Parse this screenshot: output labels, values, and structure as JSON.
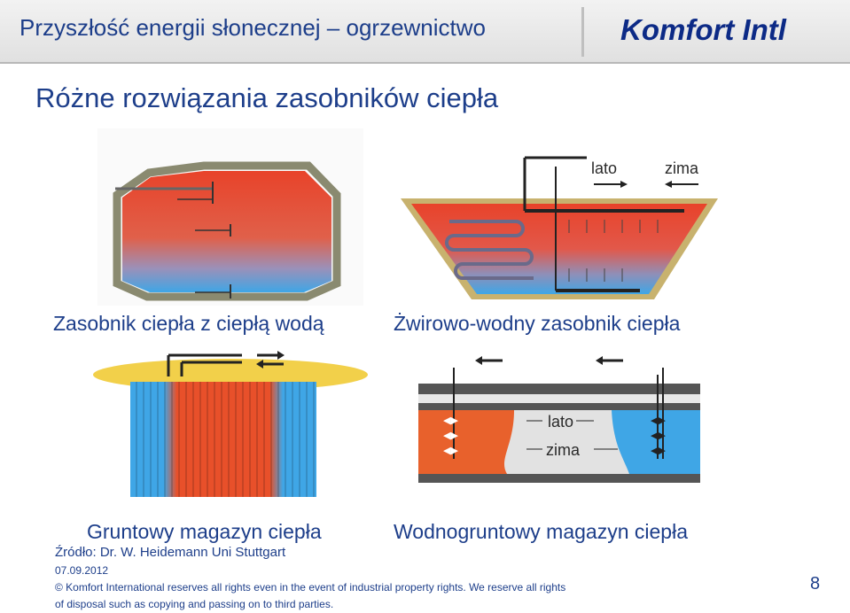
{
  "header": {
    "title": "Przyszłość energii słonecznej – ogrzewnictwo",
    "brand": "Komfort Intl"
  },
  "slide": {
    "title": "Różne rozwiązania zasobników ciepła"
  },
  "diagrams": {
    "water_tank": {
      "caption": "Zasobnik ciepła z ciepłą wodą"
    },
    "gravel_water": {
      "caption": "Żwirowo-wodny zasobnik ciepła",
      "label_summer": "lato",
      "label_winter": "zima"
    },
    "ground": {
      "caption": "Gruntowy magazyn ciepła"
    },
    "aquifer": {
      "caption": "Wodnogruntowy magazyn ciepła",
      "label_summer": "lato",
      "label_winter": "zima"
    }
  },
  "footer": {
    "source": "Źródło: Dr. W. Heidemann Uni Stuttgart",
    "date": "07.09.2012",
    "copyright": "© Komfort International reserves all rights even in the event of industrial property rights. We reserve all rights of disposal such as copying and passing on to third parties.",
    "page_number": "8"
  },
  "colors": {
    "title_blue": "#1d3e8a",
    "brand_blue": "#0c2a86",
    "hot_red": "#e8432a",
    "cold_blue": "#4aa8e0",
    "ground_gold": "#f2d04a",
    "orange": "#e8612c"
  }
}
